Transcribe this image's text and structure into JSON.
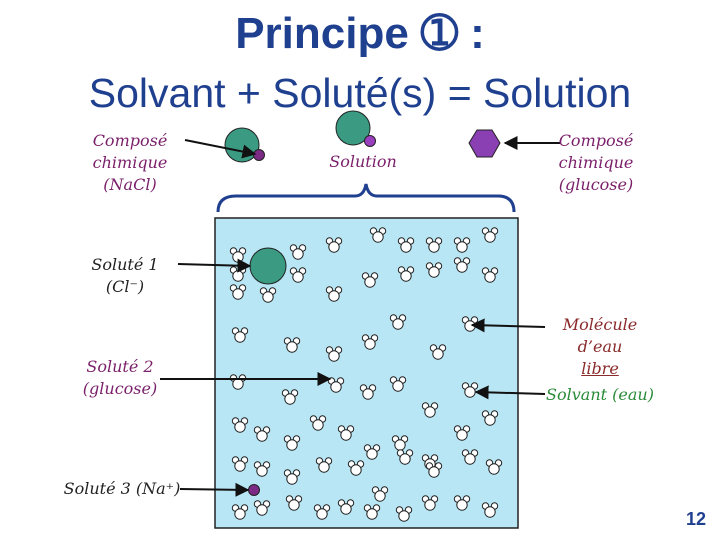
{
  "title": {
    "line1": "Principe ➀ :",
    "line2": "Solvant + Soluté(s) = Solution"
  },
  "labels": {
    "compose_left": [
      "Composé",
      "chimique",
      "(NaCl)"
    ],
    "solution": "Solution",
    "compose_right": [
      "Composé",
      "chimique",
      "(glucose)"
    ],
    "solute1": "Soluté 1 (Cl⁻)",
    "solute2": [
      "Soluté 2",
      "(glucose)"
    ],
    "solute3": "Soluté 3 (Na⁺)",
    "molecule_libre": [
      "Molécule d’eau",
      "libre"
    ],
    "solvant": "Solvant (eau)"
  },
  "slide_number": "12",
  "colors": {
    "title": "#1f3f8f",
    "water_fill": "#b9e6f5",
    "chloride": "#3a9a82",
    "sodium": "#7b2a86",
    "glucose": "#9a3fbf",
    "label_purple": "#7a1f6a",
    "label_green": "#2a8b3a"
  }
}
